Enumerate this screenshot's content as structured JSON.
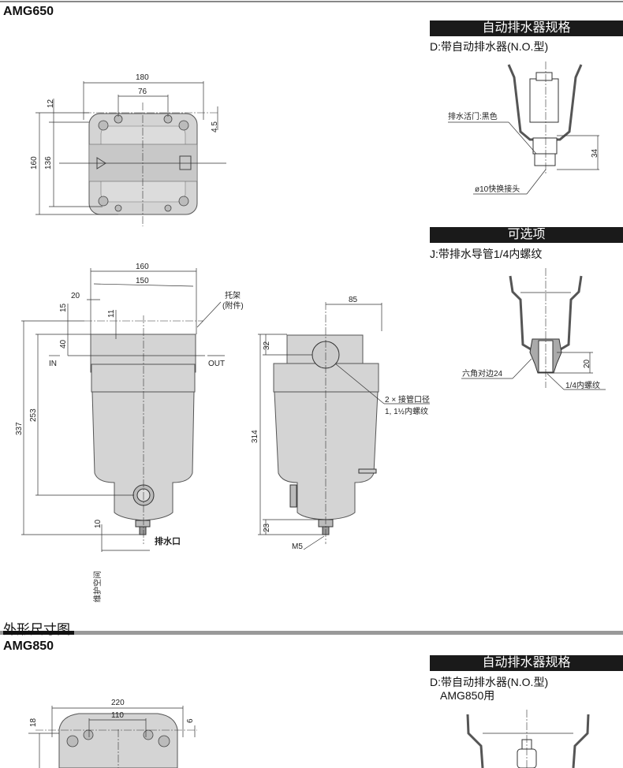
{
  "amg650": {
    "title": "AMG650",
    "top_view": {
      "dims": [
        "180",
        "76",
        "12",
        "4.5",
        "160",
        "136"
      ]
    },
    "front_view": {
      "dims": [
        "160",
        "150",
        "20",
        "15",
        "11",
        "40",
        "337",
        "253",
        "10"
      ],
      "in_label": "IN",
      "out_label": "OUT",
      "bracket_label": "托架",
      "bracket_sub": "(附件)",
      "drain_label": "排水口",
      "maintenance_label": "维护空间"
    },
    "side_view": {
      "dims": [
        "85",
        "32",
        "314",
        "23"
      ],
      "m5_label": "M5",
      "port_label_1": "2 × 接管口径",
      "port_label_2": "1, 1½内螺纹"
    },
    "auto_drain": {
      "header": "自动排水器规格",
      "subtitle": "D:带自动排水器(N.O.型)",
      "valve_label": "排水活门:黑色",
      "fitting_label": "ø10快换接头",
      "dim": "34"
    },
    "options": {
      "header": "可选项",
      "subtitle": "J:带排水导管1/4内螺纹",
      "hex_label": "六角对边24",
      "thread_label": "1/4内螺纹",
      "dim": "20"
    }
  },
  "section": {
    "title": "外形尺寸图"
  },
  "amg850": {
    "title": "AMG850",
    "top_view": {
      "dims": [
        "220",
        "110",
        "18",
        "6"
      ]
    },
    "auto_drain": {
      "header": "自动排水器规格",
      "subtitle": "D:带自动排水器(N.O.型)",
      "subtitle2": "AMG850用"
    }
  }
}
